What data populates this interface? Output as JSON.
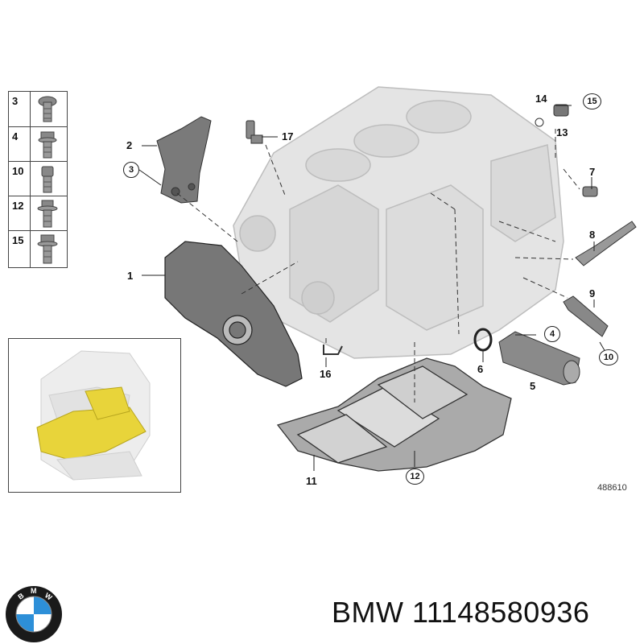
{
  "callouts": [
    {
      "id": "c1",
      "label": "1"
    },
    {
      "id": "c2",
      "label": "2"
    },
    {
      "id": "c3",
      "label": "3"
    },
    {
      "id": "c4",
      "label": "4"
    },
    {
      "id": "c5",
      "label": "5"
    },
    {
      "id": "c6",
      "label": "6"
    },
    {
      "id": "c7",
      "label": "7"
    },
    {
      "id": "c8",
      "label": "8"
    },
    {
      "id": "c9",
      "label": "9"
    },
    {
      "id": "c10",
      "label": "10"
    },
    {
      "id": "c11",
      "label": "11"
    },
    {
      "id": "c12",
      "label": "12"
    },
    {
      "id": "c13",
      "label": "13"
    },
    {
      "id": "c14",
      "label": "14"
    },
    {
      "id": "c15",
      "label": "15"
    },
    {
      "id": "c16",
      "label": "16"
    },
    {
      "id": "c17",
      "label": "17"
    }
  ],
  "legend": {
    "rows": [
      {
        "label": "3"
      },
      {
        "label": "4"
      },
      {
        "label": "10"
      },
      {
        "label": "12"
      },
      {
        "label": "15"
      }
    ]
  },
  "diagram_id": "488610",
  "brand_logo": {
    "icon": "bmw-roundel-icon",
    "text": "BMW",
    "colors": {
      "ring": "#1a1a1a",
      "blue": "#2d8fd8",
      "white": "#ffffff"
    }
  },
  "caption": {
    "brand": "BMW",
    "part_number": "11148580936"
  },
  "colors": {
    "part_gray": "#cfcfcf",
    "part_dark": "#666666",
    "highlight_yellow": "#e8d43a"
  }
}
